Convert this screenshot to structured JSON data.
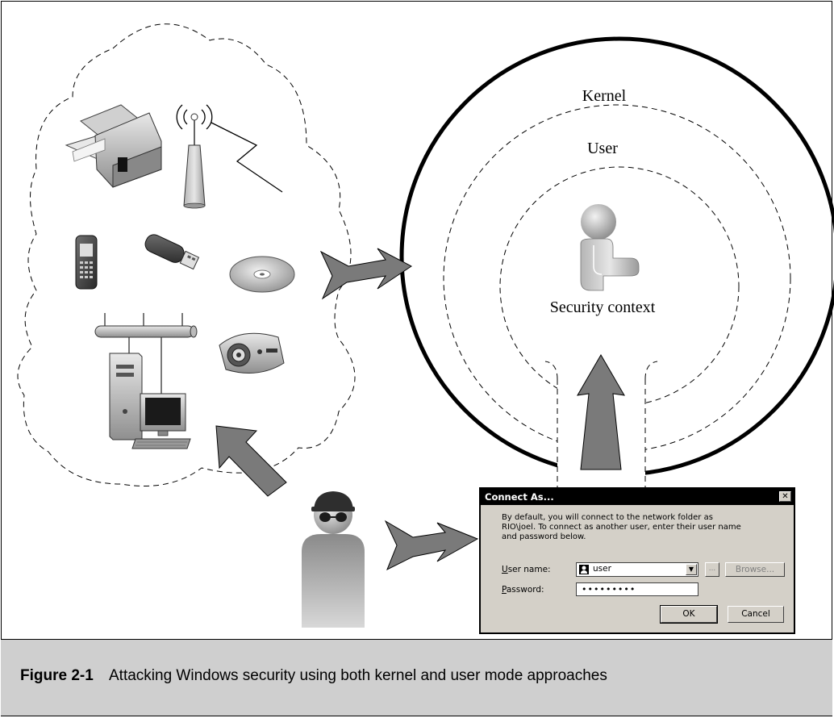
{
  "diagram": {
    "labels": {
      "kernel": "Kernel",
      "user": "User",
      "security_context": "Security context"
    },
    "devices": [
      "printer-icon",
      "wireless-access-point-icon",
      "mobile-phone-icon",
      "usb-drive-icon",
      "cd-disc-icon",
      "network-bus-icon",
      "desktop-computer-icon",
      "projector-icon"
    ],
    "actors": [
      "attacker-icon",
      "user-person-icon"
    ]
  },
  "dialog": {
    "title": "Connect As...",
    "close_label": "✕",
    "message": "By default, you will connect to the network folder as RIO\\joel. To connect as another user, enter their user name and password below.",
    "user_label_u": "U",
    "user_label_rest": "ser name:",
    "user_value": "user",
    "ellipsis_label": "...",
    "browse_label": "Browse...",
    "password_label_p": "P",
    "password_label_rest": "assword:",
    "password_value": "•••••••••",
    "ok_label": "OK",
    "cancel_label": "Cancel"
  },
  "caption": {
    "number": "Figure 2-1",
    "text": "Attacking Windows security using both kernel and user mode approaches"
  },
  "colors": {
    "caption_bar": "#cfcfcf",
    "arrow_fill": "#7a7a7a",
    "dialog_bg": "#d4d0c8"
  }
}
